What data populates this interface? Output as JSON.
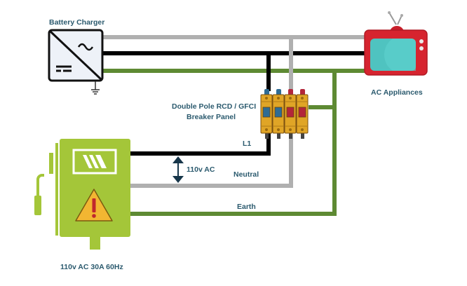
{
  "labels": {
    "battery_charger": "Battery Charger",
    "ac_appliances": "AC Appliances",
    "breaker_panel_line1": "Double Pole RCD / GFCI",
    "breaker_panel_line2": "Breaker Panel",
    "l1": "L1",
    "voltage": "110v AC",
    "neutral": "Neutral",
    "earth": "Earth",
    "supply_spec": "110v AC 30A 60Hz"
  },
  "colors": {
    "live": "#000000",
    "neutral": "#b0b0b0",
    "earth": "#5e8a33",
    "label_text": "#2b5a6e",
    "supply_box": "#a4c639",
    "tv_body": "#d6242f",
    "tv_screen": "#4fc3c0",
    "breaker_body": "#e0a526",
    "breaker_blue": "#2f6c94",
    "breaker_red": "#b3263a",
    "warning_fill": "#f2b632",
    "warning_mark": "#c0272d"
  },
  "breakers": [
    {
      "pole": 1,
      "indicator": "blue"
    },
    {
      "pole": 2,
      "indicator": "blue"
    },
    {
      "pole": 3,
      "indicator": "red"
    },
    {
      "pole": 4,
      "indicator": "red"
    }
  ]
}
